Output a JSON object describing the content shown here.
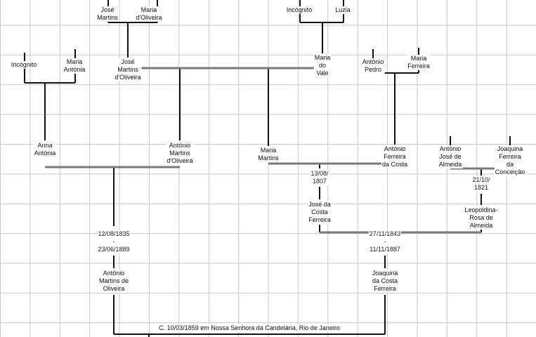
{
  "people": {
    "jose_martins": "José\nMartins",
    "maria_doliveira": "Maria\nd'Oliveira",
    "incognito_1": "Incógnito",
    "luzia": "Luzia",
    "incognito_2": "Incógnito",
    "maria_antonia": "Maria\nAntónia",
    "jose_martins_doliveira": "José\nMartins\nd'Oliveira",
    "maria_do_vale": "Maria\ndo\nVale",
    "antonio_pedro": "António\nPedro",
    "maria_ferreira": "Maria\nFerreira",
    "anna_antonia": "Anna\nAntónia",
    "antonio_martins_doliveira": "António\nMartins\nd'Oliveira",
    "maria_martins": "Maria\nMartins",
    "antonio_ferreira_da_costa": "António\nFerreira\nda Costa",
    "antonio_jose_de_almeida": "António\nJosé de\nAlmeida",
    "joaquina_ferreira_da_conceicao": "Joaquina\nFerreira da\nConceição",
    "jose_da_costa_ferreira": "José da\nCosta\nFerreira",
    "leopoldina_rosa_de_almeida": "Leopoldina-\nRosa de\nAlmeida",
    "antonio_martins_de_oliveira": "António\nMartins de\nOliveira",
    "joaquina_da_costa_ferreira": "Joaquina\nda Costa\nFerreira"
  },
  "dates": {
    "birth_1807": "13/08/\n1807",
    "birth_1821": "21/10/\n1821",
    "antonio_lifespan": "12/08/1835\n-\n23/06/1889",
    "joaquina_lifespan": "27/11/1843\n-\n11/11/1887"
  },
  "marriage_note": "C. 10/03/1859 em Nossa Senhora da Candelária, Rio de Janeiro"
}
